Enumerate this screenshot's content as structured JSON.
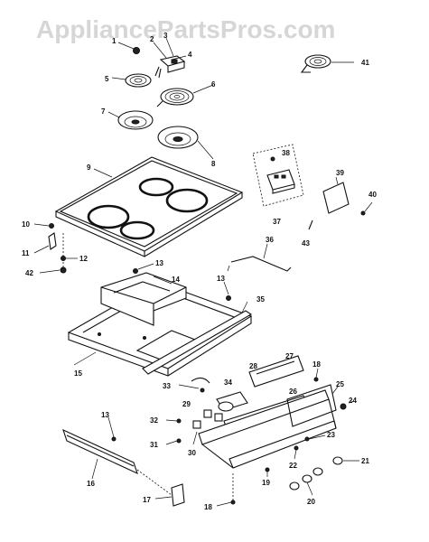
{
  "watermark": "AppliancePartsPros.com",
  "callouts": {
    "c1": "1",
    "c2": "2",
    "c3": "3",
    "c4": "4",
    "c5": "5",
    "c6": "6",
    "c7": "7",
    "c8": "8",
    "c9": "9",
    "c10": "10",
    "c11": "11",
    "c12": "12",
    "c13a": "13",
    "c13b": "13",
    "c13c": "13",
    "c14": "14",
    "c15": "15",
    "c16": "16",
    "c17": "17",
    "c18a": "18",
    "c18b": "18",
    "c19": "19",
    "c20": "20",
    "c21": "21",
    "c22": "22",
    "c23": "23",
    "c24": "24",
    "c25": "25",
    "c26": "26",
    "c27": "27",
    "c28": "28",
    "c29": "29",
    "c30": "30",
    "c31": "31",
    "c32": "32",
    "c33": "33",
    "c34": "34",
    "c35": "35",
    "c36": "36",
    "c37": "37",
    "c38": "38",
    "c39": "39",
    "c40": "40",
    "c41": "41",
    "c42": "42",
    "c43": "43"
  }
}
